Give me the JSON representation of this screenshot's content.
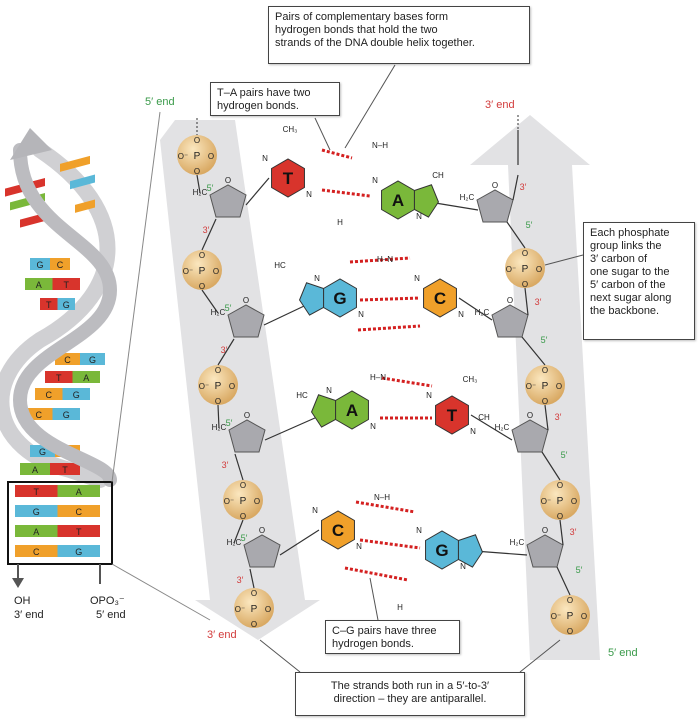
{
  "callouts": {
    "complementary": [
      "Pairs of complementary bases form",
      "hydrogen bonds that hold the two",
      "strands of the DNA double helix together."
    ],
    "ta_pairs": [
      "T–A pairs have two",
      "hydrogen bonds."
    ],
    "phosphate": [
      "Each phosphate",
      "group links the",
      "3′ carbon of",
      "one sugar to the",
      "5′ carbon of the",
      "next sugar along",
      "the backbone."
    ],
    "cg_pairs": [
      "C–G pairs have three",
      "hydrogen bonds."
    ],
    "antiparallel": [
      "The strands both run in a 5′-to-3′",
      "direction – they are antiparallel."
    ]
  },
  "ends": {
    "left_top": "5′ end",
    "right_top": "3′ end",
    "left_bottom": "3′ end",
    "right_bottom": "5′ end"
  },
  "helix_bottom": {
    "oh": "OH",
    "oh_end": "3′ end",
    "opo": "OPO₃⁻",
    "opo_end": "5′ end"
  },
  "helix_pairs": [
    [
      "G",
      "C"
    ],
    [
      "A",
      "T"
    ],
    [
      "T",
      "G"
    ],
    [
      "C",
      "G"
    ],
    [
      "T",
      "A"
    ],
    [
      "C",
      "G"
    ],
    [
      "C",
      "G"
    ],
    [
      "G",
      "C"
    ],
    [
      "A",
      "T"
    ],
    [
      "T",
      "A"
    ],
    [
      "G",
      "C"
    ],
    [
      "A",
      "T"
    ],
    [
      "C",
      "G"
    ]
  ],
  "bases": {
    "row1": {
      "left": "T",
      "right": "A"
    },
    "row2": {
      "left": "G",
      "right": "C"
    },
    "row3": {
      "left": "A",
      "right": "T"
    },
    "row4": {
      "left": "C",
      "right": "G"
    }
  },
  "labels": {
    "phosphorus": "P",
    "oxygen": "O",
    "oxygen_minus": "O⁻",
    "ch2": "H₂C",
    "prime3": "3′",
    "prime5": "5′",
    "h": "H",
    "n": "N",
    "c": "C",
    "ch3": "CH₃",
    "ch": "CH",
    "hc": "HC",
    "nh": "N–H",
    "hn": "H–N",
    "hh": "H"
  },
  "colors": {
    "T": "#d8342c",
    "A": "#7ab83a",
    "G": "#5ab8d8",
    "C": "#f0a02a",
    "phosphate": "#e8c88a",
    "sugar": "#a9a9ae",
    "backbone_arrow": "#d9d9dc",
    "hbond": "#d42020"
  }
}
